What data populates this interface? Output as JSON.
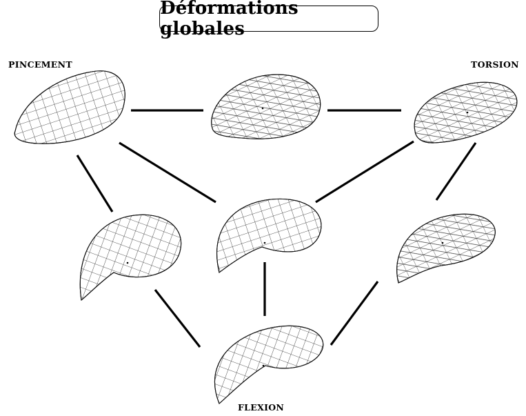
{
  "title": "Déformations globales",
  "labels": {
    "pinch": "PINCEMENT",
    "twist": "TORSION",
    "flex": "FLEXION"
  },
  "nodes": [
    {
      "id": "pinch",
      "deformation": "pincement"
    },
    {
      "id": "original",
      "deformation": "aucune"
    },
    {
      "id": "twist",
      "deformation": "torsion"
    },
    {
      "id": "pinch-flex",
      "deformation": "pincement + flexion"
    },
    {
      "id": "all",
      "deformation": "pincement + torsion + flexion"
    },
    {
      "id": "twist-flex",
      "deformation": "torsion + flexion"
    },
    {
      "id": "flex",
      "deformation": "flexion"
    }
  ],
  "edges": [
    [
      "pinch",
      "original"
    ],
    [
      "original",
      "twist"
    ],
    [
      "pinch",
      "pinch-flex"
    ],
    [
      "pinch",
      "all"
    ],
    [
      "twist",
      "all"
    ],
    [
      "twist",
      "twist-flex"
    ],
    [
      "all",
      "flex"
    ],
    [
      "pinch-flex",
      "flex"
    ],
    [
      "twist-flex",
      "flex"
    ]
  ]
}
